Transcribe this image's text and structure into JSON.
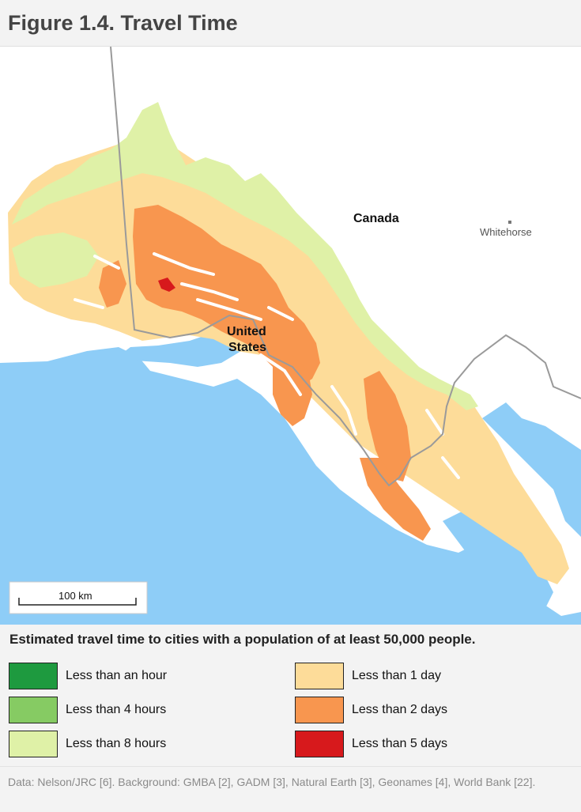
{
  "figure": {
    "title": "Figure 1.4. Travel Time"
  },
  "map": {
    "labels": {
      "country_1": "Canada",
      "country_2_line1": "United",
      "country_2_line2": "States",
      "city": "Whitehorse"
    },
    "scale_bar": "100 km",
    "colors": {
      "water": "#8ecdf7",
      "land_bg": "#ffffff",
      "border": "#9a9a9a"
    }
  },
  "caption": "Estimated travel time to cities with a population of at least 50,000 people.",
  "legend": [
    {
      "label": "Less than an hour",
      "color": "#1e9a3f"
    },
    {
      "label": "Less than 4 hours",
      "color": "#86cb63"
    },
    {
      "label": "Less than 8 hours",
      "color": "#dff1a7"
    },
    {
      "label": "Less than 1 day",
      "color": "#fddc99"
    },
    {
      "label": "Less than 2 days",
      "color": "#f8964f"
    },
    {
      "label": "Less than 5 days",
      "color": "#d7191c"
    }
  ],
  "source": "Data: Nelson/JRC [6]. Background: GMBA [2], GADM [3], Natural Earth [3], Geonames [4], World Bank [22]."
}
